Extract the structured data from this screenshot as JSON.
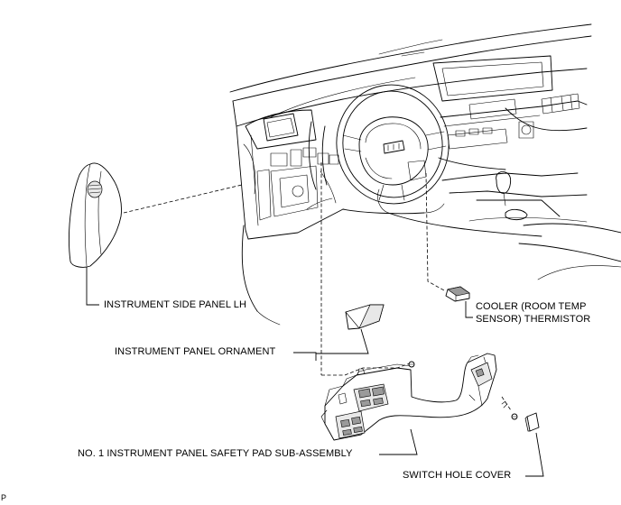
{
  "labels": {
    "side_panel": "INSTRUMENT SIDE PANEL LH",
    "thermistor_line1": "COOLER (ROOM TEMP",
    "thermistor_line2": "SENSOR) THERMISTOR",
    "ornament": "INSTRUMENT PANEL ORNAMENT",
    "safety_pad": "NO. 1 INSTRUMENT PANEL SAFETY PAD SUB-ASSEMBLY",
    "switch_hole_cover": "SWITCH HOLE COVER",
    "corner_code": "P"
  },
  "icons": [
    "instrument-side-panel-part",
    "instrument-panel-ornament-part",
    "thermistor-part",
    "safety-pad-part",
    "switch-hole-cover-part",
    "screw-icon",
    "dashboard-illustration"
  ]
}
